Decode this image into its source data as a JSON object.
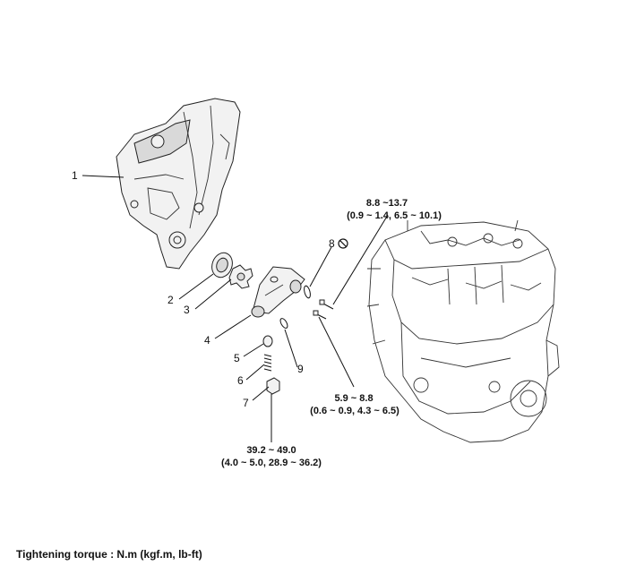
{
  "callouts": {
    "c1": "1",
    "c2": "2",
    "c3": "3",
    "c4": "4",
    "c5": "5",
    "c6": "6",
    "c7": "7",
    "c8": "8",
    "c9": "9"
  },
  "torques": {
    "bolt_upper": {
      "line1": "8.8 ~13.7",
      "line2": "(0.9 ~ 1.4, 6.5 ~ 10.1)"
    },
    "bolt_lower": {
      "line1": "5.9 ~ 8.8",
      "line2": "(0.6 ~ 0.9, 4.3 ~ 6.5)"
    },
    "plug": {
      "line1": "39.2 ~ 49.0",
      "line2": "(4.0 ~ 5.0, 28.9 ~ 36.2)"
    }
  },
  "footer": "Tightening torque : N.m (kgf.m, lb-ft)",
  "icons": {
    "not_reusable": "prohibited-icon"
  }
}
